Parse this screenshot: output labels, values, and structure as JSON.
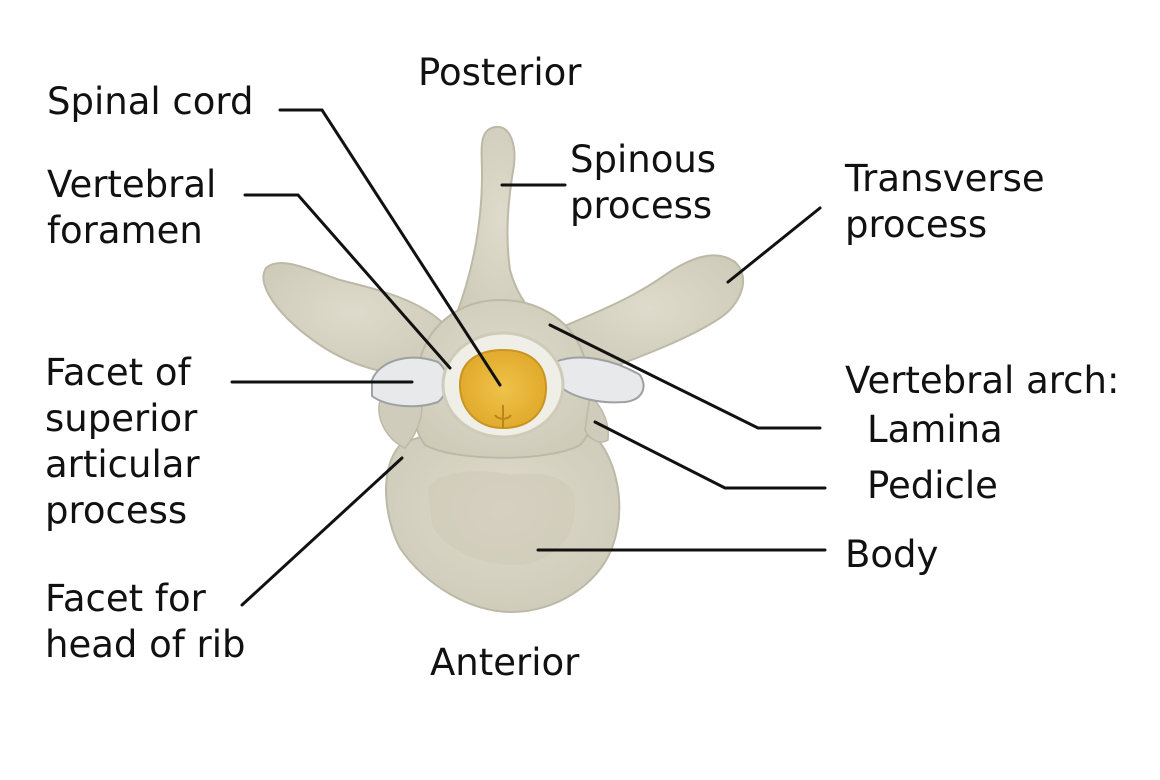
{
  "orientation": {
    "top": "Posterior",
    "bottom": "Anterior"
  },
  "labels": {
    "spinal_cord": [
      "Spinal cord"
    ],
    "vertebral_foramen": [
      "Vertebral",
      "foramen"
    ],
    "facet_superior": [
      "Facet of",
      "superior",
      "articular",
      "process"
    ],
    "facet_rib": [
      "Facet for",
      "head of rib"
    ],
    "spinous_process": [
      "Spinous",
      "process"
    ],
    "transverse_process": [
      "Transverse",
      "process"
    ],
    "vertebral_arch": "Vertebral arch:",
    "lamina": "Lamina",
    "pedicle": "Pedicle",
    "body": "Body"
  },
  "colors": {
    "bone": "#d7d4c4",
    "bone_shadow": "#b9b5a3",
    "facet": "#e6e8ea",
    "spinal_cord": "#eab83b",
    "leader_line": "#111111"
  }
}
